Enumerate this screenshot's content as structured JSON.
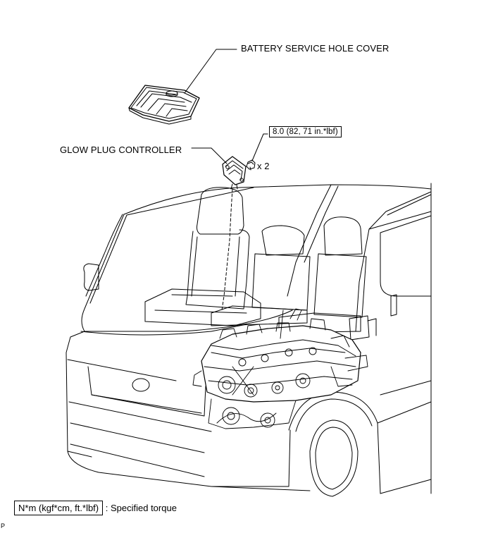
{
  "labels": {
    "battery_cover": "BATTERY SERVICE HOLE COVER",
    "glow_controller": "GLOW PLUG CONTROLLER",
    "torque": "8.0 (82, 71 in.*lbf)",
    "quantity": "x 2"
  },
  "legend": {
    "unit_box": "N*m (kgf*cm, ft.*lbf)",
    "description": ": Specified torque"
  },
  "footer": {
    "code": "P"
  },
  "icons": [
    "battery-service-hole-cover-part",
    "glow-plug-controller-part",
    "bolt-icon",
    "van-cabin-illustration",
    "engine-assembly-illustration"
  ]
}
